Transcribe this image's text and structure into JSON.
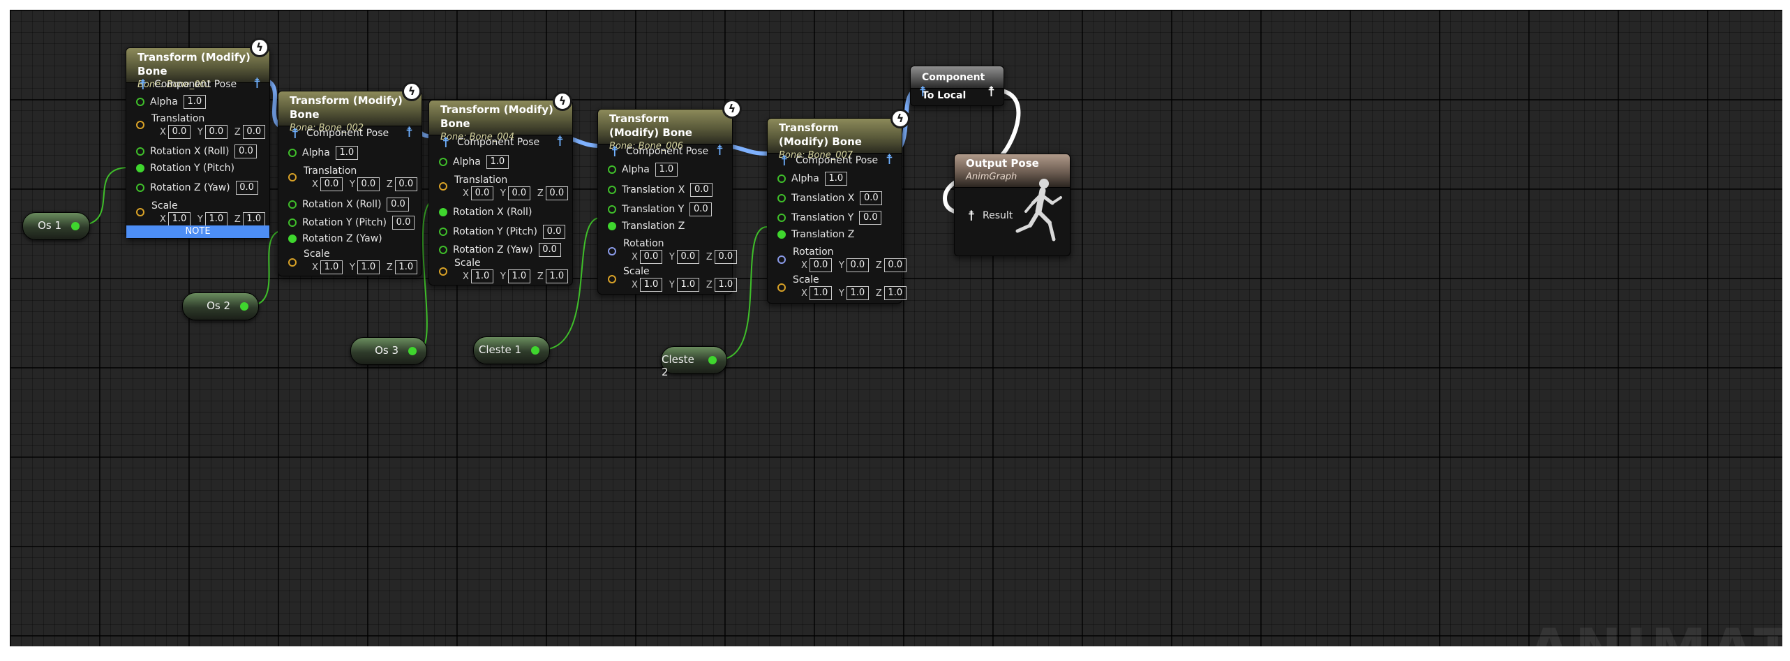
{
  "graph": {
    "background": "#262626",
    "wire_exec_color": "#7fb2ff",
    "wire_float_color": "#3fbf2a",
    "watermark": "ANIMATIO"
  },
  "nodes": {
    "n1": {
      "title": "Transform (Modify) Bone",
      "subtitle": "Bone: Bone_001",
      "component_pose": "Component Pose",
      "alpha": {
        "label": "Alpha",
        "value": "1.0"
      },
      "translation": {
        "label": "Translation",
        "x": "0.0",
        "y": "0.0",
        "z": "0.0"
      },
      "rotation_x": {
        "label": "Rotation X (Roll)",
        "value": "0.0"
      },
      "rotation_y": {
        "label": "Rotation Y (Pitch)"
      },
      "rotation_z": {
        "label": "Rotation Z (Yaw)",
        "value": "0.0"
      },
      "scale": {
        "label": "Scale",
        "x": "1.0",
        "y": "1.0",
        "z": "1.0"
      },
      "note": "NOTE"
    },
    "n2": {
      "title": "Transform (Modify) Bone",
      "subtitle": "Bone: Bone_002",
      "component_pose": "Component Pose",
      "alpha": {
        "label": "Alpha",
        "value": "1.0"
      },
      "translation": {
        "label": "Translation",
        "x": "0.0",
        "y": "0.0",
        "z": "0.0"
      },
      "rotation_x": {
        "label": "Rotation X (Roll)",
        "value": "0.0"
      },
      "rotation_y": {
        "label": "Rotation Y (Pitch)",
        "value": "0.0"
      },
      "rotation_z": {
        "label": "Rotation Z (Yaw)"
      },
      "scale": {
        "label": "Scale",
        "x": "1.0",
        "y": "1.0",
        "z": "1.0"
      }
    },
    "n3": {
      "title": "Transform (Modify) Bone",
      "subtitle": "Bone: Bone_004",
      "component_pose": "Component Pose",
      "alpha": {
        "label": "Alpha",
        "value": "1.0"
      },
      "translation": {
        "label": "Translation",
        "x": "0.0",
        "y": "0.0",
        "z": "0.0"
      },
      "rotation_x": {
        "label": "Rotation X (Roll)"
      },
      "rotation_y": {
        "label": "Rotation Y (Pitch)",
        "value": "0.0"
      },
      "rotation_z": {
        "label": "Rotation Z (Yaw)",
        "value": "0.0"
      },
      "scale": {
        "label": "Scale",
        "x": "1.0",
        "y": "1.0",
        "z": "1.0"
      }
    },
    "n4": {
      "title": "Transform (Modify) Bone",
      "subtitle": "Bone: Bone_006",
      "component_pose": "Component Pose",
      "alpha": {
        "label": "Alpha",
        "value": "1.0"
      },
      "translation_x": {
        "label": "Translation X",
        "value": "0.0"
      },
      "translation_y": {
        "label": "Translation Y",
        "value": "0.0"
      },
      "translation_z": {
        "label": "Translation Z"
      },
      "rotation": {
        "label": "Rotation",
        "x": "0.0",
        "y": "0.0",
        "z": "0.0"
      },
      "scale": {
        "label": "Scale",
        "x": "1.0",
        "y": "1.0",
        "z": "1.0"
      }
    },
    "n5": {
      "title": "Transform (Modify) Bone",
      "subtitle": "Bone: Bone_007",
      "component_pose": "Component Pose",
      "alpha": {
        "label": "Alpha",
        "value": "1.0"
      },
      "translation_x": {
        "label": "Translation X",
        "value": "0.0"
      },
      "translation_y": {
        "label": "Translation Y",
        "value": "0.0"
      },
      "translation_z": {
        "label": "Translation Z"
      },
      "rotation": {
        "label": "Rotation",
        "x": "0.0",
        "y": "0.0",
        "z": "0.0"
      },
      "scale": {
        "label": "Scale",
        "x": "1.0",
        "y": "1.0",
        "z": "1.0"
      }
    },
    "ctl": {
      "title": "Component To Local"
    },
    "out": {
      "title": "Output Pose",
      "subtitle": "AnimGraph",
      "result": "Result"
    }
  },
  "vars": {
    "os1": "Os 1",
    "os2": "Os 2",
    "os3": "Os 3",
    "cleste1": "Cleste 1",
    "cleste2": "Cleste 2"
  },
  "axis": {
    "x": "X",
    "y": "Y",
    "z": "Z"
  },
  "icons": {
    "pose": "person-icon",
    "badge": "lightning-icon"
  }
}
